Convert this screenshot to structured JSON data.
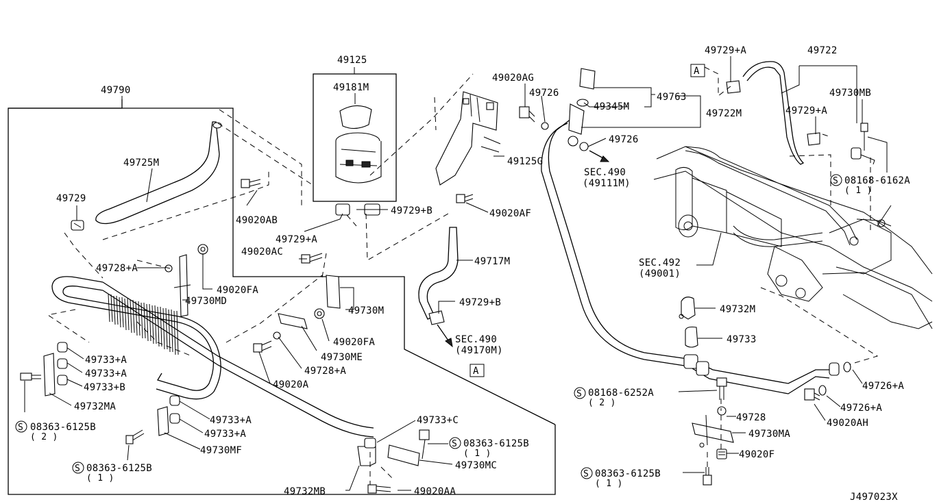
{
  "diagram_id": "J497023X",
  "callouts": [
    {
      "key": "p49790",
      "text": "49790"
    },
    {
      "key": "p49725M",
      "text": "49725M"
    },
    {
      "key": "p49729",
      "text": "49729"
    },
    {
      "key": "p49125",
      "text": "49125"
    },
    {
      "key": "p49181M",
      "text": "49181M"
    },
    {
      "key": "p49020AB",
      "text": "49020AB"
    },
    {
      "key": "p49729A_l",
      "text": "49729+A"
    },
    {
      "key": "p49729B_mid",
      "text": "49729+B"
    },
    {
      "key": "p49020AC",
      "text": "49020AC"
    },
    {
      "key": "p49728A_top",
      "text": "49728+A"
    },
    {
      "key": "p49020FA_l",
      "text": "49020FA"
    },
    {
      "key": "p49730MD",
      "text": "49730MD"
    },
    {
      "key": "p49730M",
      "text": "49730M"
    },
    {
      "key": "p49020FA_m",
      "text": "49020FA"
    },
    {
      "key": "p49730ME",
      "text": "49730ME"
    },
    {
      "key": "p49728A_mid",
      "text": "49728+A"
    },
    {
      "key": "p49020A",
      "text": "49020A"
    },
    {
      "key": "p49733A_1",
      "text": "49733+A"
    },
    {
      "key": "p49733A_2",
      "text": "49733+A"
    },
    {
      "key": "p49733B",
      "text": "49733+B"
    },
    {
      "key": "p49732MA",
      "text": "49732MA"
    },
    {
      "key": "p08363_l",
      "text": "08363-6125B"
    },
    {
      "key": "q08363_l",
      "text": "( 2 )"
    },
    {
      "key": "p49733A_3",
      "text": "49733+A"
    },
    {
      "key": "p49733A_4",
      "text": "49733+A"
    },
    {
      "key": "p49730MF",
      "text": "49730MF"
    },
    {
      "key": "p08363_bl",
      "text": "08363-6125B"
    },
    {
      "key": "q08363_bl",
      "text": "( 1 )"
    },
    {
      "key": "p49732MB",
      "text": "49732MB"
    },
    {
      "key": "p49020AA",
      "text": "49020AA"
    },
    {
      "key": "p49733C",
      "text": "49733+C"
    },
    {
      "key": "p08363_mc",
      "text": "08363-6125B"
    },
    {
      "key": "q08363_mc",
      "text": "( 1 )"
    },
    {
      "key": "p49730MC",
      "text": "49730MC"
    },
    {
      "key": "p49020AG",
      "text": "49020AG"
    },
    {
      "key": "p49726_t",
      "text": "49726"
    },
    {
      "key": "p49345M",
      "text": "49345M"
    },
    {
      "key": "p49763",
      "text": "49763"
    },
    {
      "key": "p49722M",
      "text": "49722M"
    },
    {
      "key": "p49726_m",
      "text": "49726"
    },
    {
      "key": "p49125G",
      "text": "49125G"
    },
    {
      "key": "p49020AF",
      "text": "49020AF"
    },
    {
      "key": "sec490a_1",
      "text": "SEC.490"
    },
    {
      "key": "sec490a_2",
      "text": "(49111M)"
    },
    {
      "key": "p49717M",
      "text": "49717M"
    },
    {
      "key": "p49729B_low",
      "text": "49729+B"
    },
    {
      "key": "sec490b_1",
      "text": "SEC.490"
    },
    {
      "key": "sec490b_2",
      "text": "(49170M)"
    },
    {
      "key": "p49729A_tr",
      "text": "49729+A"
    },
    {
      "key": "p49722",
      "text": "49722"
    },
    {
      "key": "p49730MB",
      "text": "49730MB"
    },
    {
      "key": "p49729A_r",
      "text": "49729+A"
    },
    {
      "key": "p08168_r",
      "text": "08168-6162A"
    },
    {
      "key": "q08168_r",
      "text": "( 1 )"
    },
    {
      "key": "sec492_1",
      "text": "SEC.492"
    },
    {
      "key": "sec492_2",
      "text": "(49001)"
    },
    {
      "key": "p49732M",
      "text": "49732M"
    },
    {
      "key": "p49733",
      "text": "49733"
    },
    {
      "key": "p08168_m",
      "text": "08168-6252A"
    },
    {
      "key": "q08168_m",
      "text": "( 2 )"
    },
    {
      "key": "p49726A_1",
      "text": "49726+A"
    },
    {
      "key": "p49726A_2",
      "text": "49726+A"
    },
    {
      "key": "p49728",
      "text": "49728"
    },
    {
      "key": "p49020AH",
      "text": "49020AH"
    },
    {
      "key": "p49730MA",
      "text": "49730MA"
    },
    {
      "key": "p49020F",
      "text": "49020F"
    },
    {
      "key": "p08363_br",
      "text": "08363-6125B"
    },
    {
      "key": "q08363_br",
      "text": "( 1 )"
    }
  ],
  "markers": {
    "ref_a_left": "A",
    "ref_a_right": "A",
    "s_symbol": "S"
  }
}
